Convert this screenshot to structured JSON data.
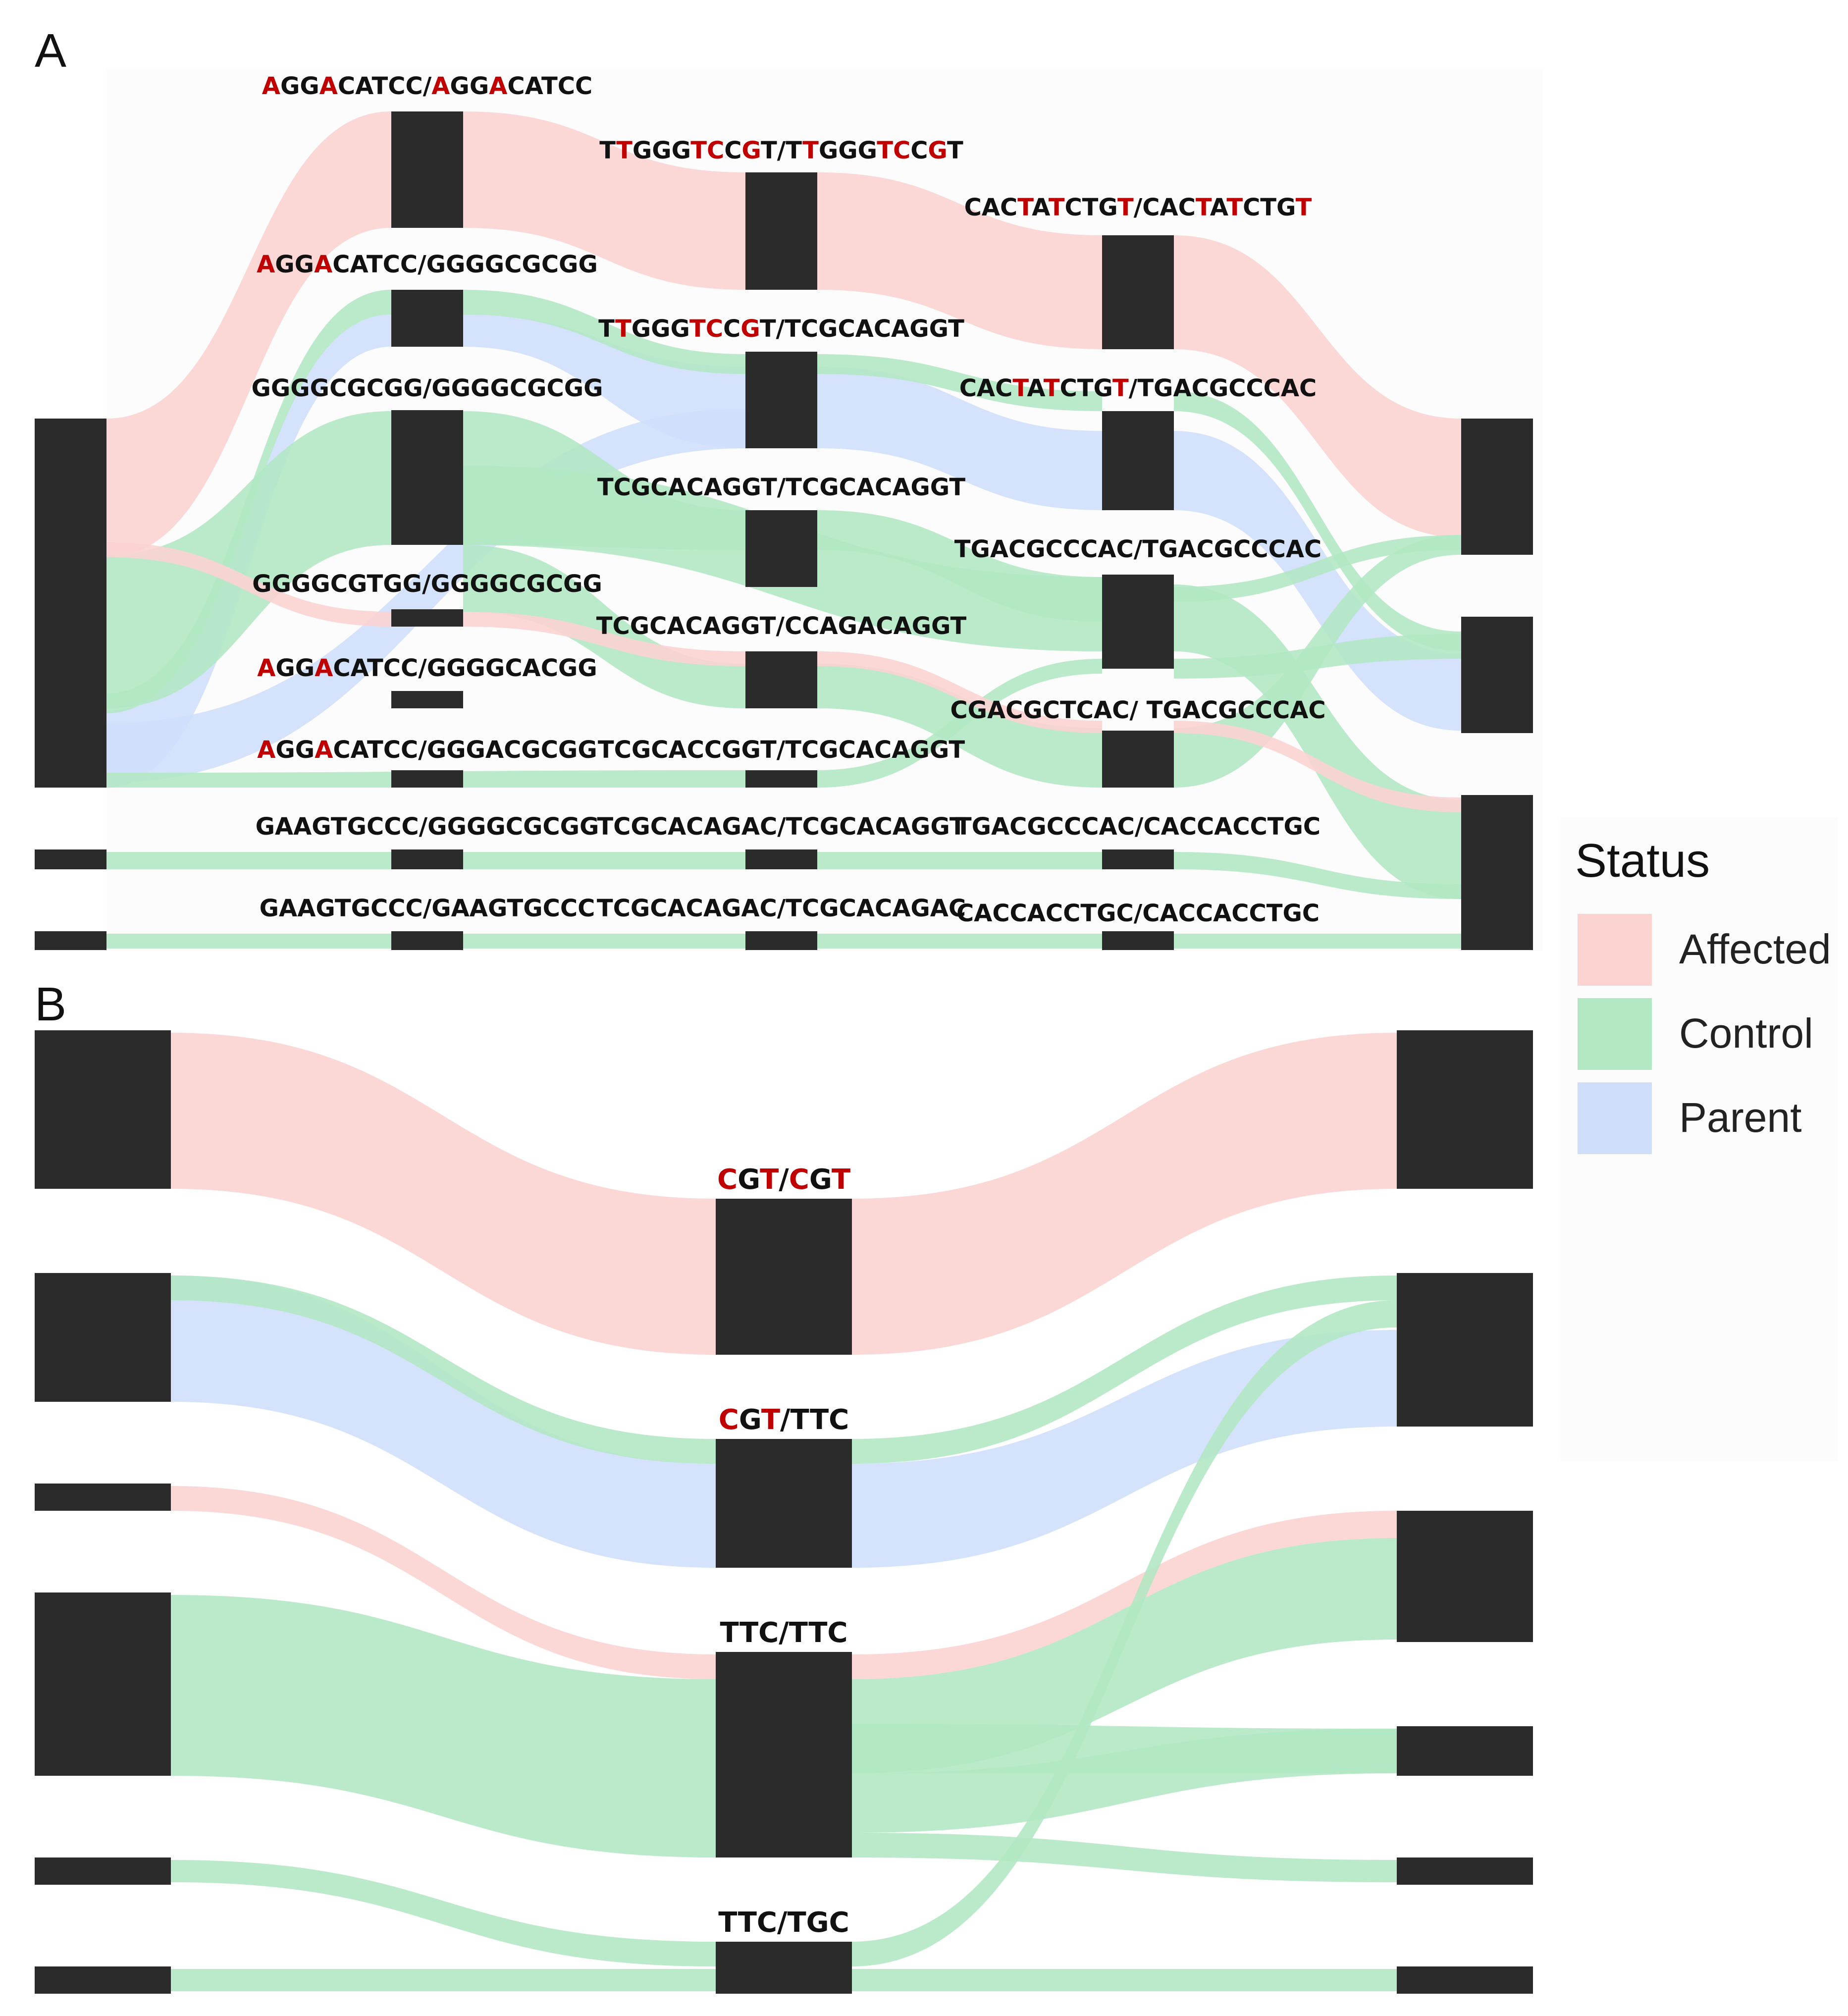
{
  "panels": [
    {
      "label": "A"
    },
    {
      "label": "B"
    }
  ],
  "legend": {
    "title": "Status",
    "items": [
      {
        "label": "Affected",
        "color": "#fbd3d1"
      },
      {
        "label": "Control",
        "color": "#b3e8c4"
      },
      {
        "label": "Parent",
        "color": "#cfdffb"
      }
    ]
  },
  "colors": {
    "node": "#2b2b2b",
    "highlight": "#c00000",
    "text": "#111111"
  },
  "panel_a": {
    "haplotypes": [
      [
        {
          "text": "AGGACATCC/AGGACATCC",
          "red": [
            0,
            3,
            10,
            13
          ]
        },
        {
          "text": "AGGACATCC/GGGGCGCGG",
          "red": [
            0,
            3
          ]
        },
        {
          "text": "GGGGCGCGG/GGGGCGCGG",
          "red": []
        },
        {
          "text": "GGGGCGTGG/GGGGCGCGG",
          "red": []
        },
        {
          "text": "AGGACATCC/GGGGCACGG",
          "red": [
            0,
            3
          ]
        },
        {
          "text": "AGGACATCC/GGGACGCGG",
          "red": [
            0,
            3
          ]
        },
        {
          "text": "GAAGTGCCC/GGGGCGCGG",
          "red": []
        },
        {
          "text": "GAAGTGCCC/GAAGTGCCC",
          "red": []
        }
      ],
      [
        {
          "text": "TTGGGTCCGT/TTGGGTCCGT",
          "red": [
            1,
            5,
            6,
            8,
            12,
            16,
            17,
            19
          ]
        },
        {
          "text": "TTGGGTCCGT/TCGCACAGGT",
          "red": [
            1,
            5,
            6,
            8
          ]
        },
        {
          "text": "TCGCACAGGT/TCGCACAGGT",
          "red": []
        },
        {
          "text": "TCGCACAGGT/CCAGACAGGT",
          "red": []
        },
        {
          "text": "TCGCACCGGT/TCGCACAGGT",
          "red": []
        },
        {
          "text": "TCGCACAGAC/TCGCACAGGT",
          "red": []
        },
        {
          "text": "TCGCACAGAC/TCGCACAGAC",
          "red": []
        }
      ],
      [
        {
          "text": "CACTATCTGT/CACTATCTGT",
          "red": [
            3,
            5,
            9,
            14,
            16,
            20
          ]
        },
        {
          "text": "CACTATCTGT/TGACGCCCAC",
          "red": [
            3,
            5,
            9
          ]
        },
        {
          "text": "TGACGCCCAC/TGACGCCCAC",
          "red": []
        },
        {
          "text": "CGACGCTCAC/ TGACGCCCAC",
          "red": []
        },
        {
          "text": "TGACGCCCAC/CACCACCTGC",
          "red": []
        },
        {
          "text": "CACCACCTGC/CACCACCTGC",
          "red": []
        }
      ]
    ]
  },
  "panel_b": {
    "haplotypes": [
      [
        {
          "text": "CGT/CGT",
          "red": [
            0,
            2,
            4,
            6
          ]
        },
        {
          "text": "CGT/TTC",
          "red": [
            0,
            2
          ]
        },
        {
          "text": "TTC/TTC",
          "red": []
        },
        {
          "text": "TTC/TGC",
          "red": []
        }
      ]
    ]
  }
}
